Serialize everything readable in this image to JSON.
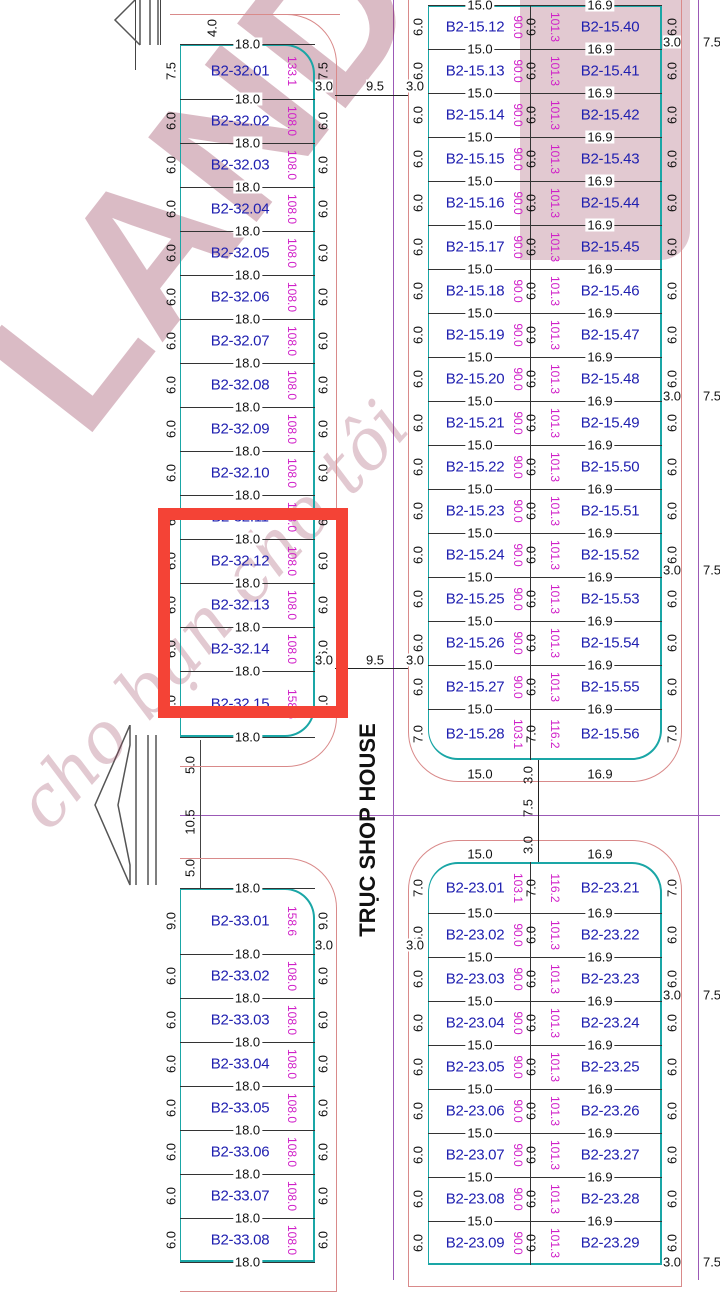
{
  "road_label": "TRỤC SHOP HOUSE",
  "watermark": {
    "brand": "LAND",
    "tagline": "cho bạn cho tôi"
  },
  "highlight_color": "#f44336",
  "colors": {
    "plot_id": "#2020b0",
    "area": "#d020c8",
    "block_border": "#1aa6a6",
    "road_edge": "#d98a8a",
    "axis": "#9b59b6"
  },
  "road_dimensions": {
    "top": [
      "3.0",
      "9.5",
      "3.0"
    ],
    "middle": [
      "3.0",
      "9.5",
      "3.0"
    ],
    "lower": [
      "3.0",
      "3.0"
    ],
    "right_side": [
      "3.0",
      "7.5"
    ],
    "between_blocks": [
      "3.0",
      "7.5",
      "3.0"
    ],
    "left_road": [
      "5.0",
      "10.5",
      "5.0"
    ],
    "top_left": "4.0"
  },
  "blocks": {
    "b2_32": {
      "width": "18.0",
      "plots": [
        {
          "id": "B2-32.01",
          "area": "133.1",
          "depth": "7.5"
        },
        {
          "id": "B2-32.02",
          "area": "108.0",
          "depth": "6.0"
        },
        {
          "id": "B2-32.03",
          "area": "108.0",
          "depth": "6.0"
        },
        {
          "id": "B2-32.04",
          "area": "108.0",
          "depth": "6.0"
        },
        {
          "id": "B2-32.05",
          "area": "108.0",
          "depth": "6.0"
        },
        {
          "id": "B2-32.06",
          "area": "108.0",
          "depth": "6.0"
        },
        {
          "id": "B2-32.07",
          "area": "108.0",
          "depth": "6.0"
        },
        {
          "id": "B2-32.08",
          "area": "108.0",
          "depth": "6.0"
        },
        {
          "id": "B2-32.09",
          "area": "108.0",
          "depth": "6.0"
        },
        {
          "id": "B2-32.10",
          "area": "108.0",
          "depth": "6.0"
        },
        {
          "id": "B2-32.11",
          "area": "108.0",
          "depth": "6.0"
        },
        {
          "id": "B2-32.12",
          "area": "108.0",
          "depth": "6.0"
        },
        {
          "id": "B2-32.13",
          "area": "108.0",
          "depth": "6.0"
        },
        {
          "id": "B2-32.14",
          "area": "108.0",
          "depth": "6.0"
        },
        {
          "id": "B2-32.15",
          "area": "158.6",
          "depth": "9.0"
        }
      ]
    },
    "b2_33": {
      "width": "18.0",
      "plots": [
        {
          "id": "B2-33.01",
          "area": "158.6",
          "depth": "9.0"
        },
        {
          "id": "B2-33.02",
          "area": "108.0",
          "depth": "6.0"
        },
        {
          "id": "B2-33.03",
          "area": "108.0",
          "depth": "6.0"
        },
        {
          "id": "B2-33.04",
          "area": "108.0",
          "depth": "6.0"
        },
        {
          "id": "B2-33.05",
          "area": "108.0",
          "depth": "6.0"
        },
        {
          "id": "B2-33.06",
          "area": "108.0",
          "depth": "6.0"
        },
        {
          "id": "B2-33.07",
          "area": "108.0",
          "depth": "6.0"
        },
        {
          "id": "B2-33.08",
          "area": "108.0",
          "depth": "6.0"
        }
      ]
    },
    "b2_15": {
      "width_left": "15.0",
      "width_right": "16.9",
      "plots": [
        {
          "left": "B2-15.12",
          "left_area": "90.0",
          "right": "B2-15.40",
          "right_area": "101.3",
          "depth": "6.0"
        },
        {
          "left": "B2-15.13",
          "left_area": "90.0",
          "right": "B2-15.41",
          "right_area": "101.3",
          "depth": "6.0"
        },
        {
          "left": "B2-15.14",
          "left_area": "90.0",
          "right": "B2-15.42",
          "right_area": "101.3",
          "depth": "6.0"
        },
        {
          "left": "B2-15.15",
          "left_area": "90.0",
          "right": "B2-15.43",
          "right_area": "101.3",
          "depth": "6.0"
        },
        {
          "left": "B2-15.16",
          "left_area": "90.0",
          "right": "B2-15.44",
          "right_area": "101.3",
          "depth": "6.0"
        },
        {
          "left": "B2-15.17",
          "left_area": "90.0",
          "right": "B2-15.45",
          "right_area": "101.3",
          "depth": "6.0"
        },
        {
          "left": "B2-15.18",
          "left_area": "90.0",
          "right": "B2-15.46",
          "right_area": "101.3",
          "depth": "6.0"
        },
        {
          "left": "B2-15.19",
          "left_area": "90.0",
          "right": "B2-15.47",
          "right_area": "101.3",
          "depth": "6.0"
        },
        {
          "left": "B2-15.20",
          "left_area": "90.0",
          "right": "B2-15.48",
          "right_area": "101.3",
          "depth": "6.0"
        },
        {
          "left": "B2-15.21",
          "left_area": "90.0",
          "right": "B2-15.49",
          "right_area": "101.3",
          "depth": "6.0"
        },
        {
          "left": "B2-15.22",
          "left_area": "90.0",
          "right": "B2-15.50",
          "right_area": "101.3",
          "depth": "6.0"
        },
        {
          "left": "B2-15.23",
          "left_area": "90.0",
          "right": "B2-15.51",
          "right_area": "101.3",
          "depth": "6.0"
        },
        {
          "left": "B2-15.24",
          "left_area": "90.0",
          "right": "B2-15.52",
          "right_area": "101.3",
          "depth": "6.0"
        },
        {
          "left": "B2-15.25",
          "left_area": "90.0",
          "right": "B2-15.53",
          "right_area": "101.3",
          "depth": "6.0"
        },
        {
          "left": "B2-15.26",
          "left_area": "90.0",
          "right": "B2-15.54",
          "right_area": "101.3",
          "depth": "6.0"
        },
        {
          "left": "B2-15.27",
          "left_area": "90.0",
          "right": "B2-15.55",
          "right_area": "101.3",
          "depth": "6.0"
        },
        {
          "left": "B2-15.28",
          "left_area": "103.1",
          "right": "B2-15.56",
          "right_area": "116.2",
          "depth": "7.0"
        }
      ]
    },
    "b2_23": {
      "width_left": "15.0",
      "width_right": "16.9",
      "plots": [
        {
          "left": "B2-23.01",
          "left_area": "103.1",
          "right": "B2-23.21",
          "right_area": "116.2",
          "depth": "7.0"
        },
        {
          "left": "B2-23.02",
          "left_area": "90.0",
          "right": "B2-23.22",
          "right_area": "101.3",
          "depth": "6.0"
        },
        {
          "left": "B2-23.03",
          "left_area": "90.0",
          "right": "B2-23.23",
          "right_area": "101.3",
          "depth": "6.0"
        },
        {
          "left": "B2-23.04",
          "left_area": "90.0",
          "right": "B2-23.24",
          "right_area": "101.3",
          "depth": "6.0"
        },
        {
          "left": "B2-23.05",
          "left_area": "90.0",
          "right": "B2-23.25",
          "right_area": "101.3",
          "depth": "6.0"
        },
        {
          "left": "B2-23.06",
          "left_area": "90.0",
          "right": "B2-23.26",
          "right_area": "101.3",
          "depth": "6.0"
        },
        {
          "left": "B2-23.07",
          "left_area": "90.0",
          "right": "B2-23.27",
          "right_area": "101.3",
          "depth": "6.0"
        },
        {
          "left": "B2-23.08",
          "left_area": "90.0",
          "right": "B2-23.28",
          "right_area": "101.3",
          "depth": "6.0"
        },
        {
          "left": "B2-23.09",
          "left_area": "90.0",
          "right": "B2-23.29",
          "right_area": "101.3",
          "depth": "6.0"
        }
      ]
    }
  }
}
